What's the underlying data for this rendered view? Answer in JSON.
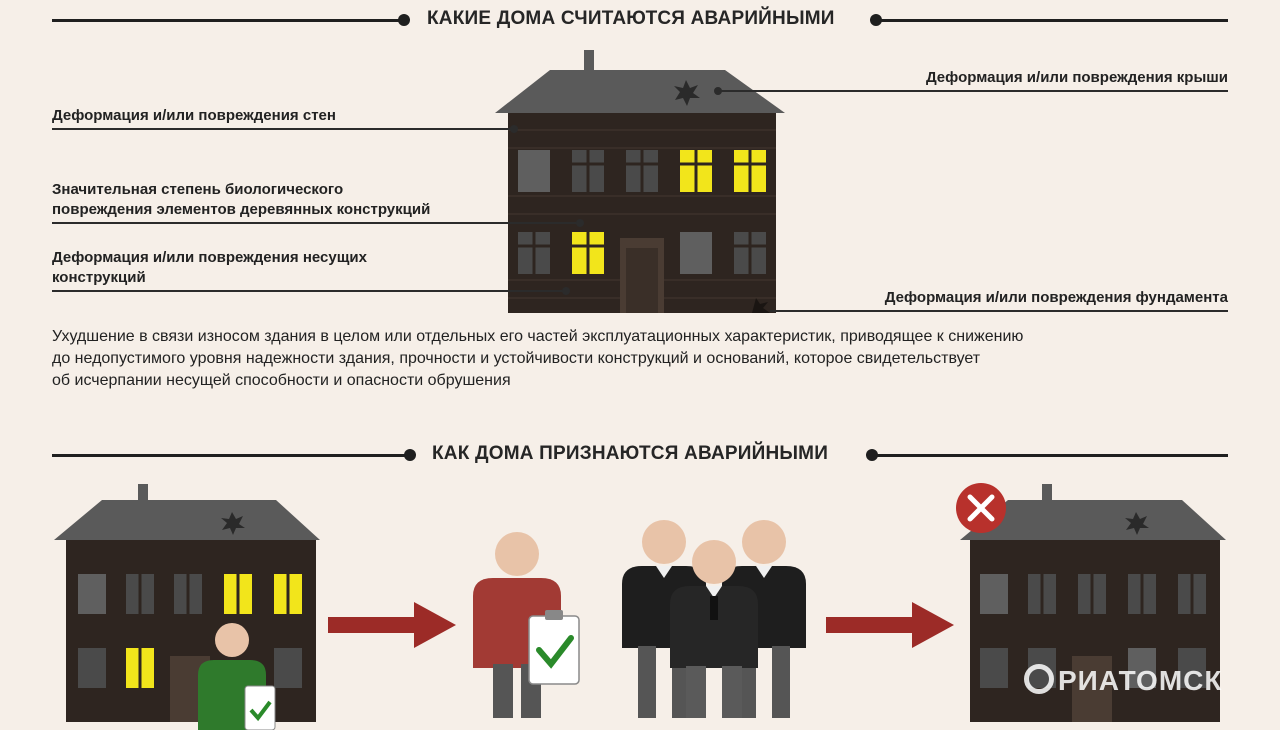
{
  "section1": {
    "title": "КАКИЕ ДОМА СЧИТАЮТСЯ АВАРИЙНЫМИ"
  },
  "labels": {
    "roof": "Деформация и/или повреждения крыши",
    "walls": "Деформация и/или повреждения стен",
    "bio_line1": "Значительная степень биологического",
    "bio_line2": "повреждения элементов деревянных конструкций",
    "bearing_line1": "Деформация и/или повреждения несущих",
    "bearing_line2": "конструкций",
    "foundation": "Деформация и/или повреждения фундамента"
  },
  "description": {
    "line1": "Ухудшение в связи износом здания в целом или отдельных его частей эксплуатационных характеристик, приводящее к снижению",
    "line2": "до недопустимого уровня надежности здания, прочности и устойчивости конструкций и оснований, которое свидетельствует",
    "line3": "об исчерпании несущей способности и опасности обрушения"
  },
  "section2": {
    "title": "КАК ДОМА ПРИЗНАЮТСЯ АВАРИЙНЫМИ"
  },
  "icons": {
    "house_main": "house-icon",
    "house_start": "house-icon",
    "house_end": "house-icon",
    "resident": "person-icon",
    "inspector": "person-icon",
    "commission": "people-group-icon",
    "arrow": "arrow-right-icon",
    "check": "check-icon",
    "reject": "close-circle-icon"
  },
  "colors": {
    "background": "#f6efe8",
    "wall": "#2e2520",
    "roof": "#5a5a5a",
    "window_dark": "#5f5f5f",
    "window_lit": "#f2e51b",
    "arrow": "#9c2b27",
    "reject": "#b8312c",
    "check": "#2a8a2a"
  },
  "watermark": {
    "text": "РИАТОМСК"
  }
}
